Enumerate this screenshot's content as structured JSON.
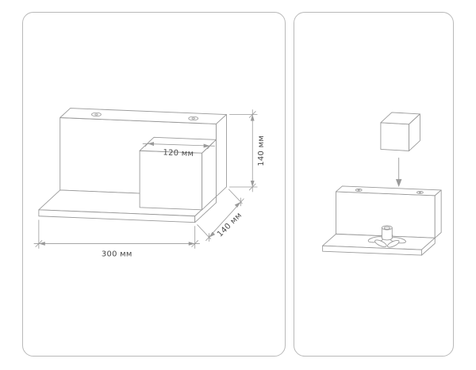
{
  "colors": {
    "line": "#9a9a9a",
    "panel_border": "#b9b9b9",
    "text": "#4a4a4a"
  },
  "left": {
    "dims": {
      "shade_width": "120 мм",
      "height": "140 мм",
      "depth": "140 мм",
      "width": "300 мм"
    }
  }
}
